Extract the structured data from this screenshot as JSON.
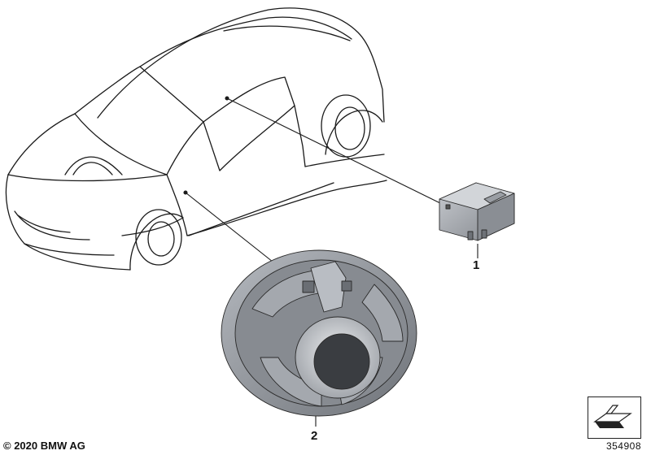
{
  "callouts": {
    "part_1": "1",
    "part_2": "2"
  },
  "footer": {
    "copyright": "© 2020 BMW AG",
    "diagram_number": "354908"
  },
  "colors": {
    "line": "#1a1a1a",
    "part_light": "#b8bcc2",
    "part_mid": "#8e9399",
    "part_dark": "#5d6167",
    "cone": "#3a3d41"
  },
  "icons": {
    "nav": "arrow-icon"
  }
}
